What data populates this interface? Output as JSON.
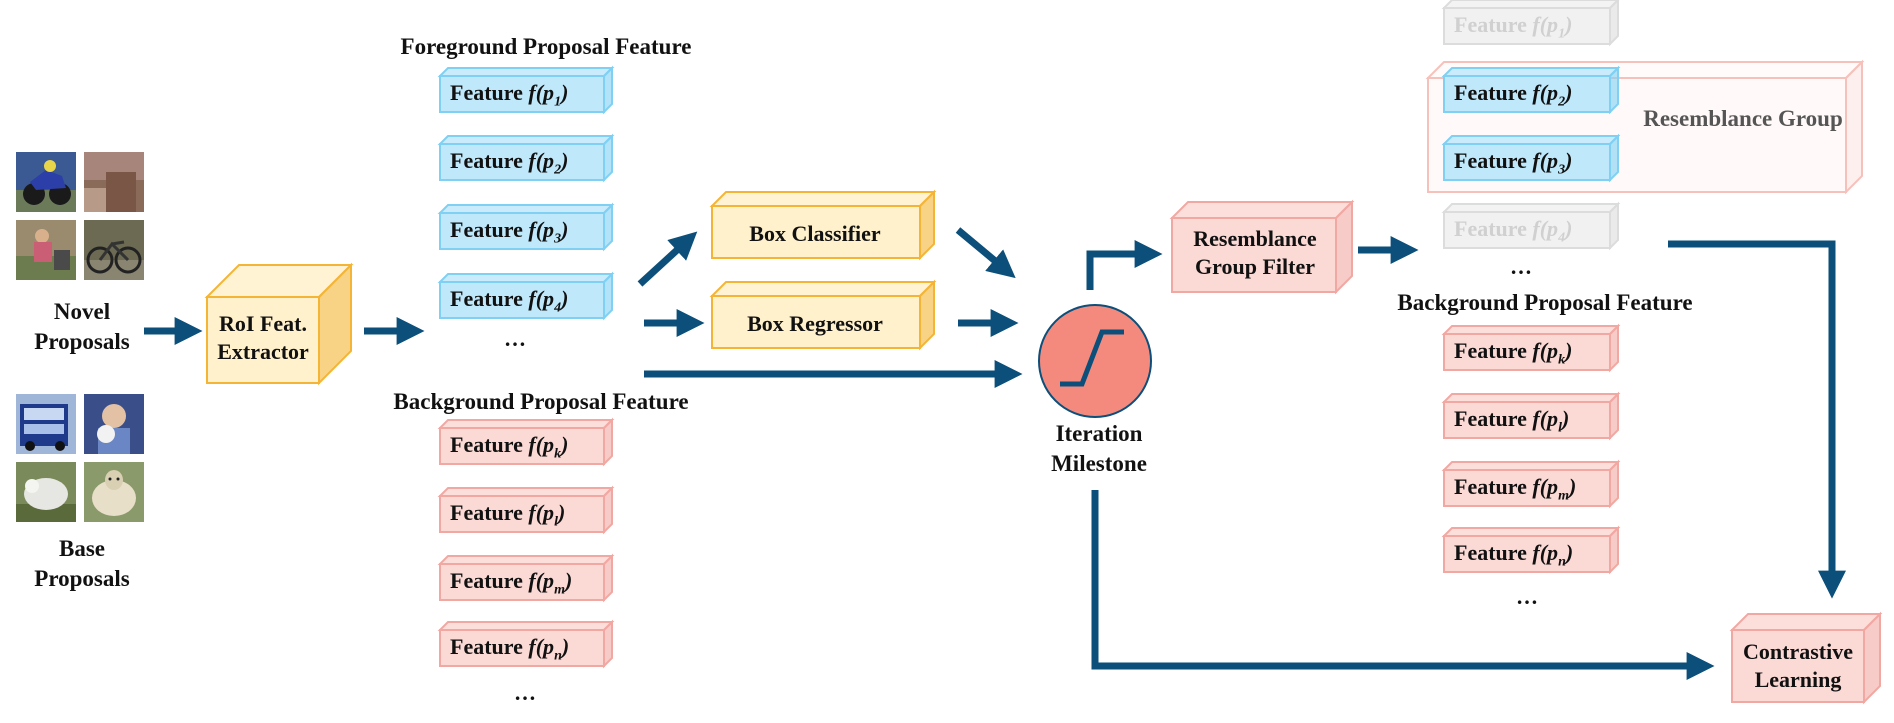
{
  "colors": {
    "arrow": "#0b4f7a",
    "blue_fill": "#bfe8fb",
    "blue_edge": "#7fd0f3",
    "red_fill": "#fbd9d5",
    "red_edge": "#f2a8a2",
    "yellow_fill": "#fff1cc",
    "yellow_edge": "#f4b536",
    "gray_fill": "#f1f1f1",
    "gray_edge": "#dcdcdc",
    "milestone": "#f48a7e"
  },
  "inputs": {
    "novel_label": [
      "Novel",
      "Proposals"
    ],
    "base_label": [
      "Base",
      "Proposals"
    ]
  },
  "extractor": {
    "label": [
      "RoI Feat.",
      "Extractor"
    ]
  },
  "foreground": {
    "title": "Foreground Proposal Feature",
    "items": [
      {
        "text": "Feature",
        "sub": "1"
      },
      {
        "text": "Feature",
        "sub": "2"
      },
      {
        "text": "Feature",
        "sub": "3"
      },
      {
        "text": "Feature",
        "sub": "4"
      }
    ],
    "ellipsis": "…"
  },
  "background": {
    "title": "Background Proposal Feature",
    "items": [
      {
        "text": "Feature",
        "sub": "k"
      },
      {
        "text": "Feature",
        "sub": "l"
      },
      {
        "text": "Feature",
        "sub": "m"
      },
      {
        "text": "Feature",
        "sub": "n"
      }
    ],
    "ellipsis": "…"
  },
  "heads": {
    "classifier": "Box Classifier",
    "regressor": "Box Regressor"
  },
  "milestone": {
    "label": [
      "Iteration",
      "Milestone"
    ]
  },
  "filter": {
    "label": [
      "Resemblance",
      "Group Filter"
    ]
  },
  "right_fg": {
    "items": [
      {
        "text": "Feature",
        "sub": "1",
        "state": "gray"
      },
      {
        "text": "Feature",
        "sub": "2",
        "state": "blue"
      },
      {
        "text": "Feature",
        "sub": "3",
        "state": "blue"
      },
      {
        "text": "Feature",
        "sub": "4",
        "state": "gray"
      }
    ],
    "group_label": "Resemblance Group",
    "ellipsis": "…"
  },
  "right_bg": {
    "title": "Background Proposal Feature",
    "items": [
      {
        "text": "Feature",
        "sub": "k"
      },
      {
        "text": "Feature",
        "sub": "l"
      },
      {
        "text": "Feature",
        "sub": "m"
      },
      {
        "text": "Feature",
        "sub": "n"
      }
    ],
    "ellipsis": "…"
  },
  "contrastive": {
    "label": [
      "Contrastive",
      "Learning"
    ]
  },
  "math": {
    "func": "f",
    "arg": "p"
  }
}
